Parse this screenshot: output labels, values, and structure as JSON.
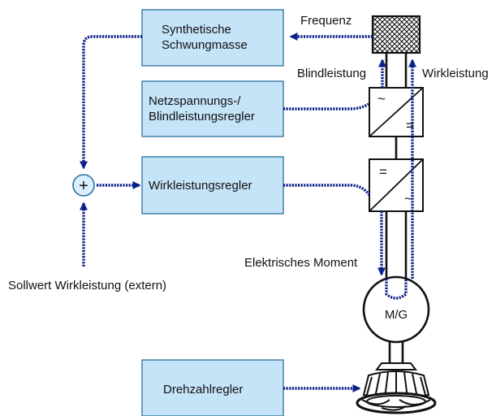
{
  "blocks": {
    "inertia": {
      "line1": "Synthetische",
      "line2": "Schwungmasse"
    },
    "grid_voltage": {
      "line1": "Netzspannungs-/",
      "line2": "Blindleistungsregler"
    },
    "active_power": {
      "label": "Wirkleistungsregler"
    },
    "speed": {
      "label": "Drehzahlregler"
    }
  },
  "signals": {
    "frequency": "Frequenz",
    "reactive_power": "Blindleistung",
    "active_power": "Wirkleistung",
    "electric_torque": "Elektrisches Moment",
    "setpoint": "Sollwert Wirkleistung (extern)"
  },
  "machine": {
    "label": "M/G"
  },
  "converters": {
    "grid_side": {
      "top": "~",
      "bottom": "="
    },
    "machine_side": {
      "top": "=",
      "bottom": "~"
    }
  },
  "summing": {
    "symbol": "+"
  },
  "colors": {
    "box_fill": "#c6e4f8",
    "box_stroke": "#2a6f9e",
    "signal": "#0d1f8a",
    "line": "#111111",
    "sum_fill": "#dcefff"
  },
  "icons": {
    "grid": "grid-hatch-icon",
    "converter": "converter-icon",
    "machine": "motor-generator-icon",
    "turbine": "pump-turbine-icon"
  }
}
